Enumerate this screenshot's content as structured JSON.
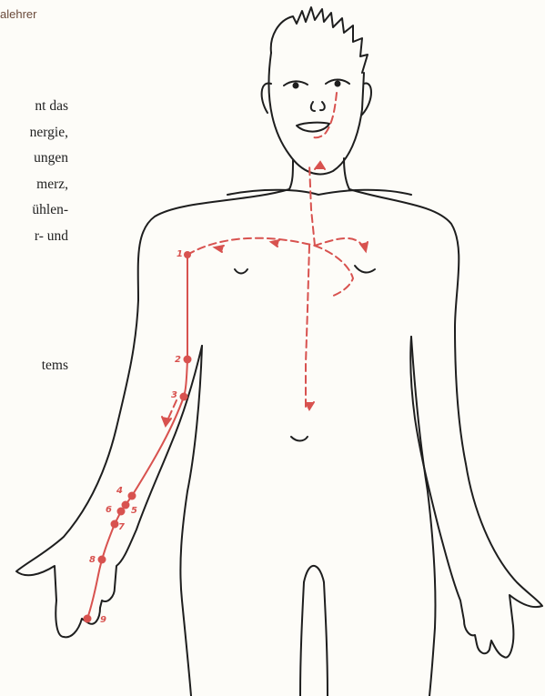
{
  "header": {
    "text": "alehrer"
  },
  "body_text": {
    "lines": [
      "nt das",
      "nergie,",
      "ungen",
      "merz,",
      "ühlen-",
      "r- und"
    ],
    "trailing": "tems"
  },
  "meridian_points": [
    "1",
    "2",
    "3",
    "4",
    "5",
    "6",
    "7",
    "8",
    "9"
  ],
  "colors": {
    "meridian": "#d8524f",
    "outline": "#1e1e1e"
  }
}
